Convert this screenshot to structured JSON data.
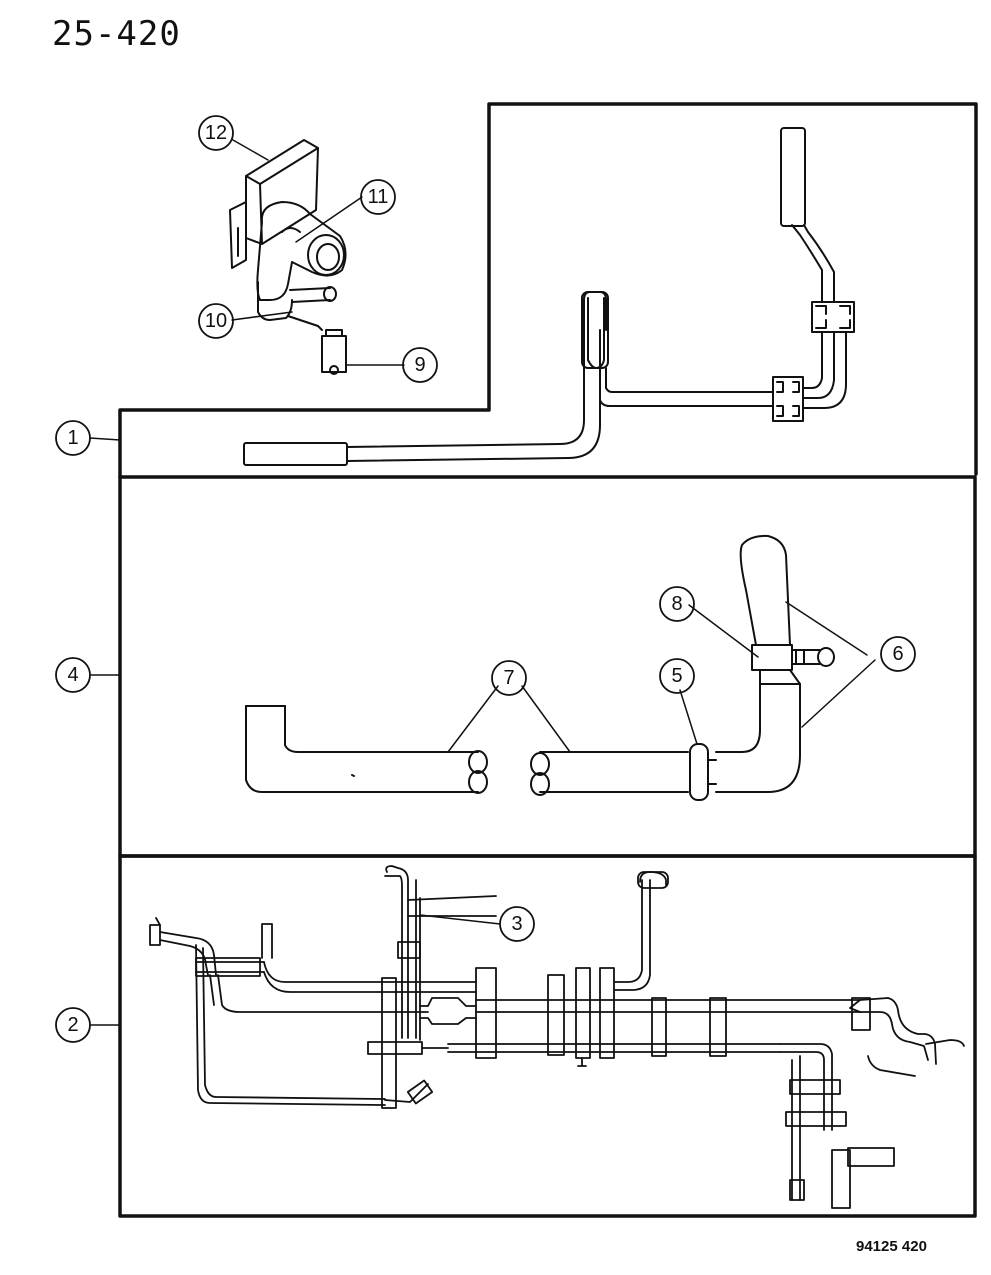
{
  "page_number": "25-420",
  "figure_code": "94125 420",
  "callouts": {
    "c1": "1",
    "c2": "2",
    "c3": "3",
    "c4": "4",
    "c5": "5",
    "c6": "6",
    "c7": "7",
    "c8": "8",
    "c9": "9",
    "c10": "10",
    "c11": "11",
    "c12": "12"
  }
}
